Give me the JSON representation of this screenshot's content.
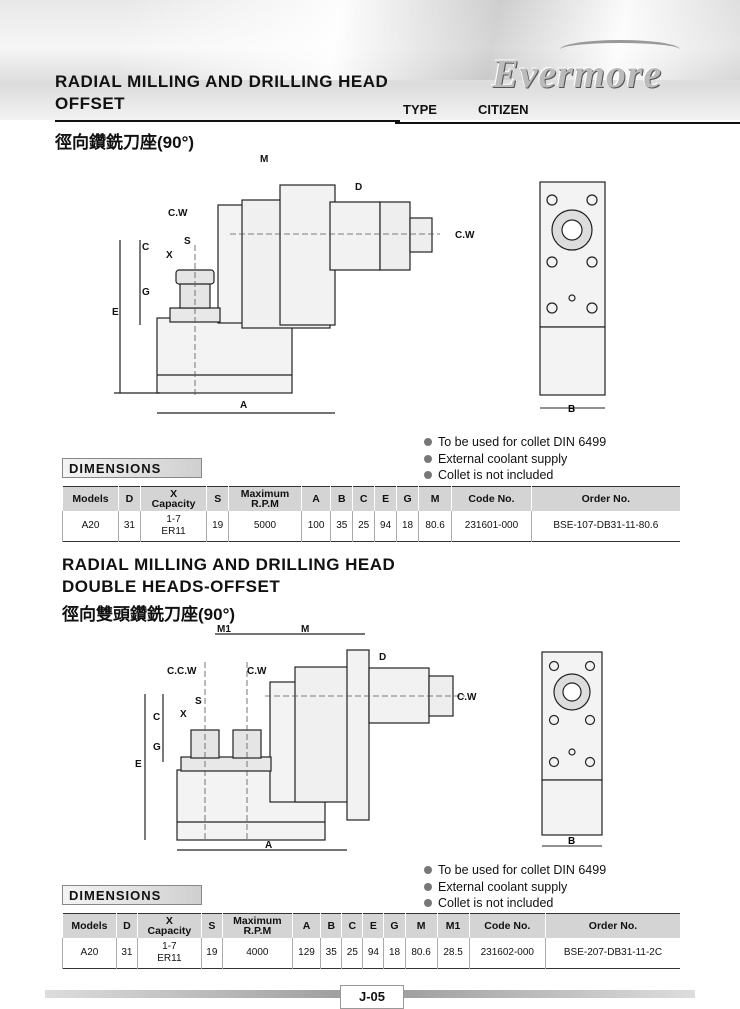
{
  "brand": "Evermore",
  "type_label": "TYPE",
  "type_value": "CITIZEN",
  "section1": {
    "title_line1": "RADIAL MILLING AND DRILLING HEAD",
    "title_line2": "OFFSET",
    "subtitle": "徑向鑽銑刀座(90°)",
    "dim_labels": {
      "M": "M",
      "CW": "C.W",
      "CW2": "C.W",
      "D": "D",
      "S": "S",
      "X": "X",
      "C": "C",
      "G": "G",
      "E": "E",
      "A": "A",
      "B": "B"
    },
    "dimensions_label": "DIMENSIONS",
    "notes": [
      "To be used for collet DIN 6499",
      "External coolant supply",
      "Collet is not included"
    ],
    "table": {
      "headers": [
        "Models",
        "D",
        "X\nCapacity",
        "S",
        "Maximum\nR.P.M",
        "A",
        "B",
        "C",
        "E",
        "G",
        "M",
        "Code No.",
        "Order No."
      ],
      "rows": [
        [
          "A20",
          "31",
          "1-7\nER11",
          "19",
          "5000",
          "100",
          "35",
          "25",
          "94",
          "18",
          "80.6",
          "231601-000",
          "BSE-107-DB31-11-80.6"
        ]
      ]
    }
  },
  "section2": {
    "title_line1": "RADIAL MILLING AND DRILLING HEAD",
    "title_line2": "DOUBLE HEADS-OFFSET",
    "subtitle": "徑向雙頭鑽銑刀座(90°)",
    "dim_labels": {
      "M1": "M1",
      "M": "M",
      "CCW": "C.C.W",
      "CW": "C.W",
      "CW2": "C.W",
      "D": "D",
      "S": "S",
      "X": "X",
      "C": "C",
      "G": "G",
      "E": "E",
      "A": "A",
      "B": "B"
    },
    "dimensions_label": "DIMENSIONS",
    "notes": [
      "To be used for collet DIN 6499",
      "External coolant supply",
      "Collet is not included"
    ],
    "table": {
      "headers": [
        "Models",
        "D",
        "X\nCapacity",
        "S",
        "Maximum\nR.P.M",
        "A",
        "B",
        "C",
        "E",
        "G",
        "M",
        "M1",
        "Code No.",
        "Order No."
      ],
      "rows": [
        [
          "A20",
          "31",
          "1-7\nER11",
          "19",
          "4000",
          "129",
          "35",
          "25",
          "94",
          "18",
          "80.6",
          "28.5",
          "231602-000",
          "BSE-207-DB31-11-2C"
        ]
      ]
    }
  },
  "page_number": "J-05"
}
